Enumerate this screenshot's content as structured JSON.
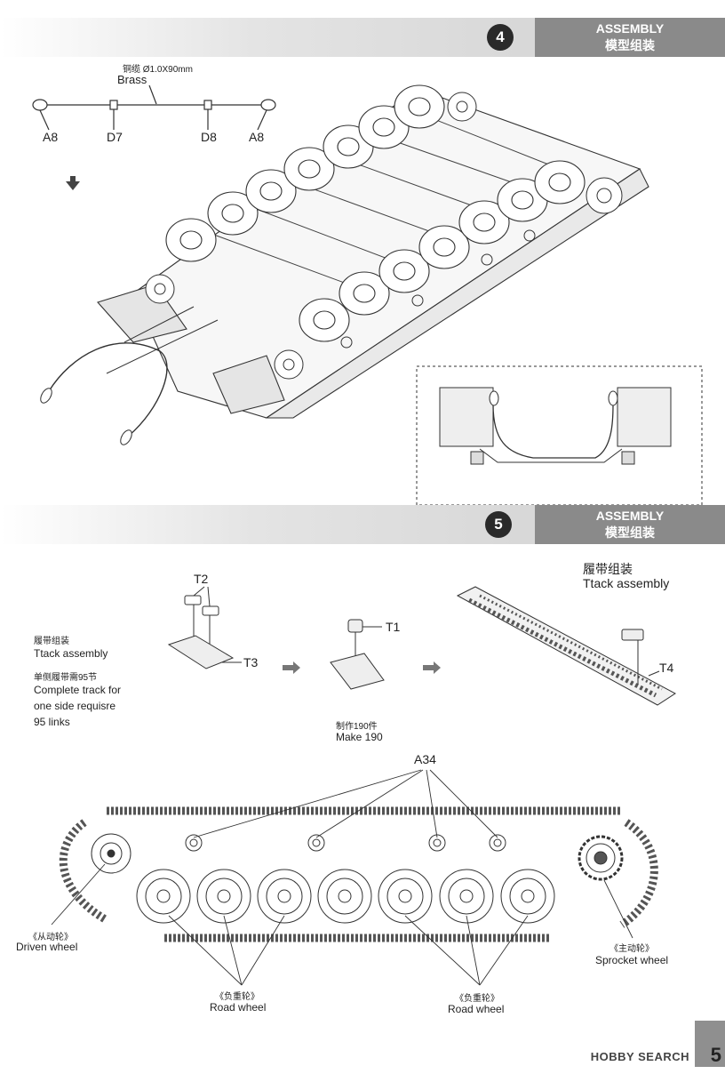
{
  "step4": {
    "number": "4",
    "title_en": "ASSEMBLY",
    "title_cn": "模型组装",
    "cable": {
      "spec": "铜缆 Ø1.0X90mm",
      "material": "Brass",
      "parts": [
        "A8",
        "D7",
        "D8",
        "A8"
      ]
    }
  },
  "step5": {
    "number": "5",
    "title_en": "ASSEMBLY",
    "title_cn": "模型组装",
    "parts": {
      "t2": "T2",
      "t3": "T3",
      "t1": "T1",
      "t4": "T4",
      "a34": "A34"
    },
    "track_note": {
      "cn1": "履带组装",
      "en1": "Ttack assembly",
      "cn2": "单侧履带需95节",
      "en2a": "Complete track for",
      "en2b": "one side requisre",
      "en2c": "95 links"
    },
    "make": {
      "cn": "制作190件",
      "en": "Make 190"
    },
    "track_assembly": {
      "cn": "履带组装",
      "en": "Ttack assembly"
    },
    "wheels": {
      "driven_cn": "《从动轮》",
      "driven_en": "Driven wheel",
      "road_cn": "《负重轮》",
      "road_en": "Road wheel",
      "road2_cn": "《负重轮》",
      "road2_en": "Road wheel",
      "sprocket_cn": "《主动轮》",
      "sprocket_en": "Sprocket wheel"
    }
  },
  "footer": {
    "page": "5",
    "watermark": "HOBBY SEARCH"
  }
}
